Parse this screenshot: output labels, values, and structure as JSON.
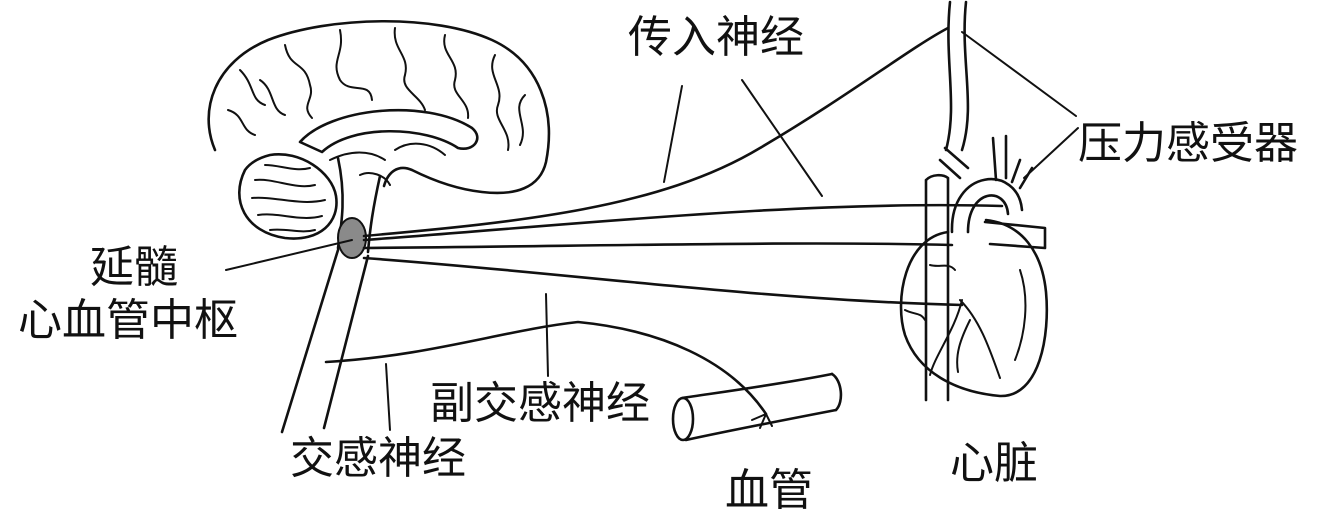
{
  "labels": {
    "afferent_nerve": "传入神经",
    "baroreceptor": "压力感受器",
    "medulla": "延髓",
    "cardiovascular_center": "心血管中枢",
    "parasympathetic_nerve": "副交感神经",
    "sympathetic_nerve": "交感神经",
    "blood_vessel": "血管",
    "heart": "心脏"
  },
  "colors": {
    "stroke": "#111111",
    "medulla_shade": "#8a8a8a",
    "background": "#ffffff"
  }
}
